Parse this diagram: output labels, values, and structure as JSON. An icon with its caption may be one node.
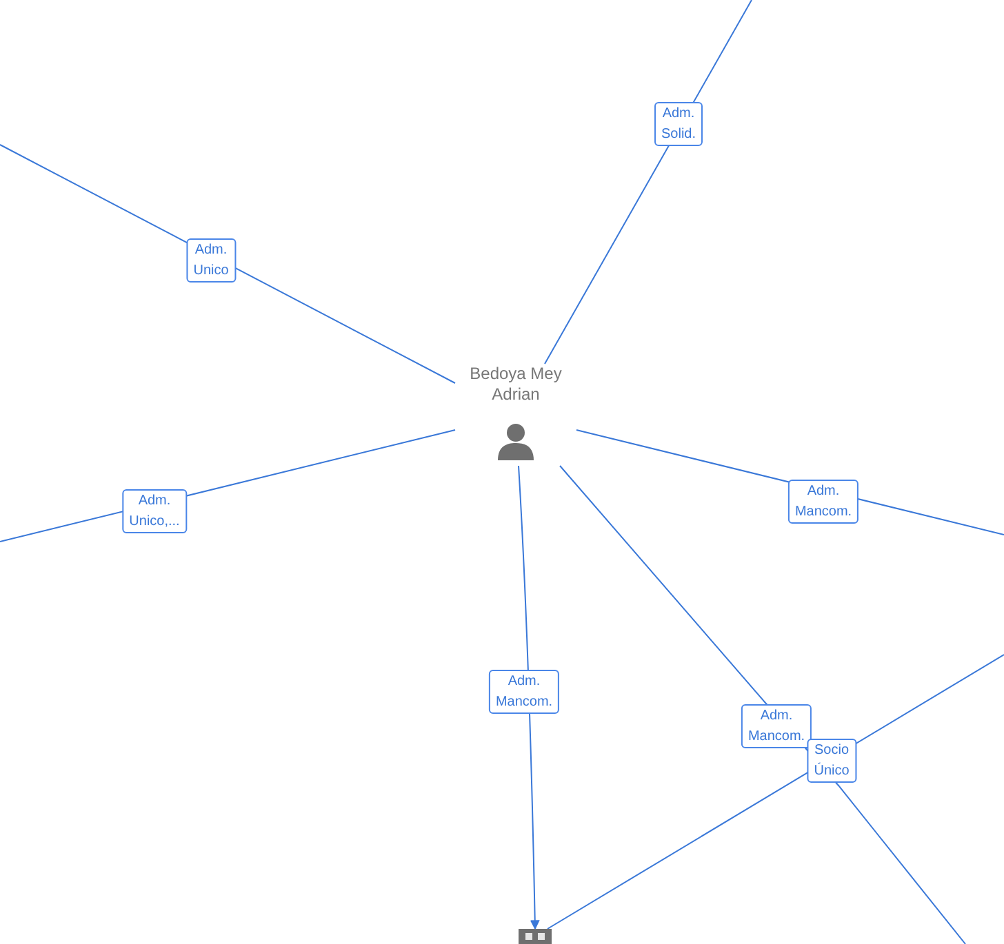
{
  "diagram": {
    "nodes": [
      {
        "text": [
          "Bedoya Mey Adrian"
        ]
      },
      {
        "text": [],
        "shape": "building"
      }
    ],
    "edges": [
      {
        "from": 0,
        "to": null,
        "arrow": "none",
        "label": "Adm. Solid."
      },
      {
        "from": 0,
        "to": null,
        "arrow": "none",
        "label": "Adm. Unico"
      },
      {
        "from": 0,
        "to": null,
        "arrow": "none",
        "label": "Adm. Unico,..."
      },
      {
        "from": 0,
        "to": null,
        "arrow": "none",
        "label": "Adm. Mancom."
      },
      {
        "from": 0,
        "to": 1,
        "arrow": "to",
        "label": "Adm. Mancom."
      },
      {
        "from": 0,
        "to": null,
        "arrow": "none",
        "label": "Adm. Mancom."
      },
      {
        "from": 1,
        "to": null,
        "arrow": "none",
        "label": "Socio Único"
      }
    ]
  }
}
